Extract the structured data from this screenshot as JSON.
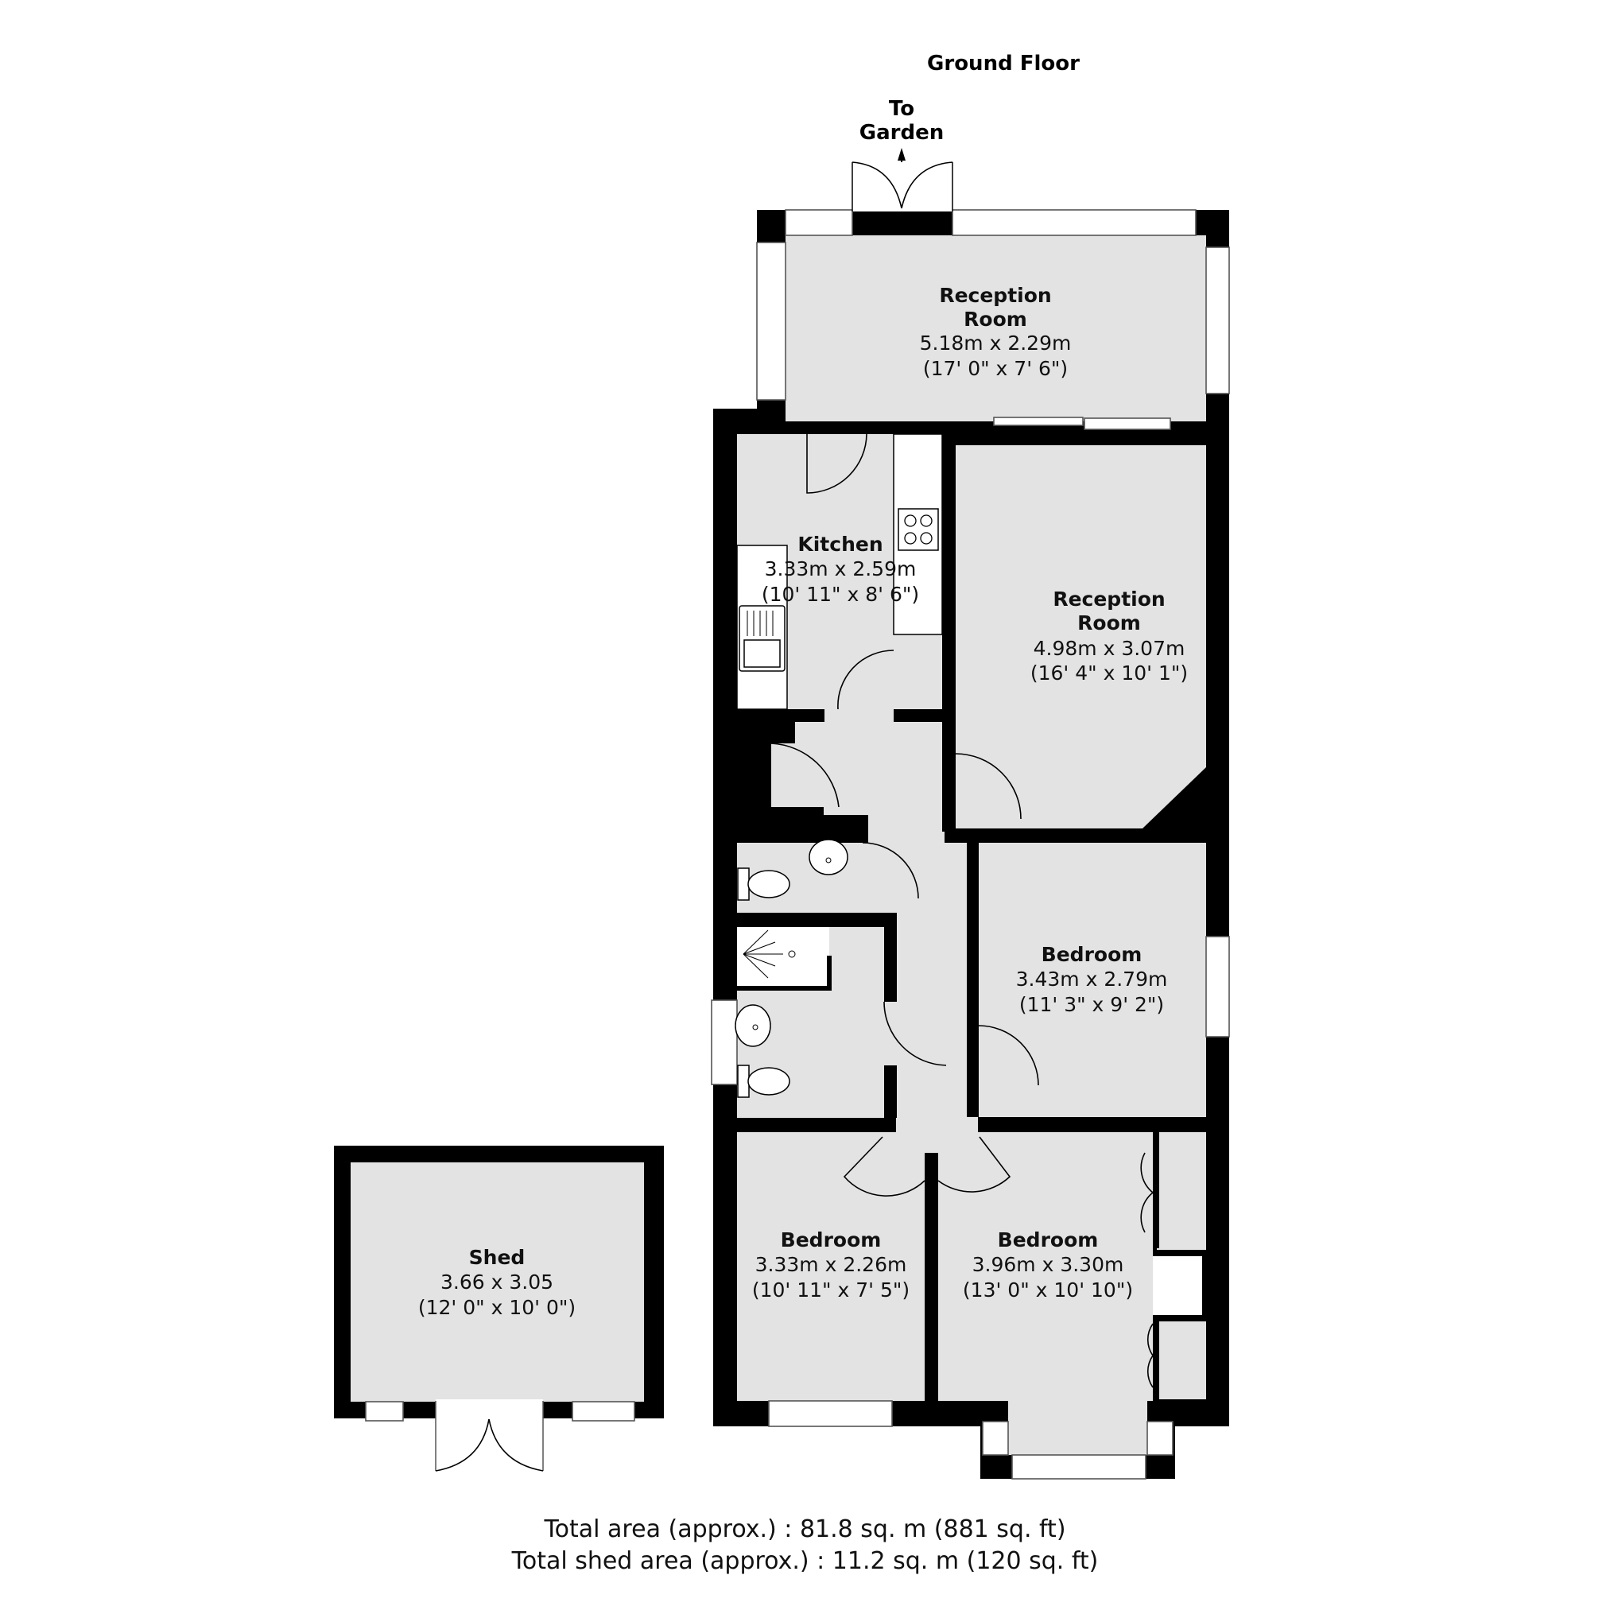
{
  "plan": {
    "floor_title": "Ground Floor",
    "garden_label_line1": "To",
    "garden_label_line2": "Garden"
  },
  "rooms": {
    "reception_top": {
      "name_line1": "Reception",
      "name_line2": "Room",
      "dim_metric": "5.18m x 2.29m",
      "dim_imperial": "(17' 0\" x 7' 6\")"
    },
    "kitchen": {
      "name": "Kitchen",
      "dim_metric": "3.33m x 2.59m",
      "dim_imperial": "(10' 11\" x 8' 6\")"
    },
    "reception_main": {
      "name_line1": "Reception",
      "name_line2": "Room",
      "dim_metric": "4.98m x 3.07m",
      "dim_imperial": "(16' 4\" x 10' 1\")"
    },
    "bedroom_right": {
      "name": "Bedroom",
      "dim_metric": "3.43m x 2.79m",
      "dim_imperial": "(11' 3\" x 9' 2\")"
    },
    "bedroom_bottom_left": {
      "name": "Bedroom",
      "dim_metric": "3.33m x 2.26m",
      "dim_imperial": "(10' 11\" x 7' 5\")"
    },
    "bedroom_bottom_right": {
      "name": "Bedroom",
      "dim_metric": "3.96m x 3.30m",
      "dim_imperial": "(13' 0\" x 10' 10\")"
    },
    "shed": {
      "name": "Shed",
      "dim_metric": "3.66 x 3.05",
      "dim_imperial": "(12' 0\" x 10' 0\")"
    }
  },
  "footer": {
    "total_area": "Total area (approx.) : 81.8 sq. m (881 sq. ft)",
    "shed_area": "Total shed area (approx.) : 11.2 sq. m (120 sq. ft)"
  },
  "colors": {
    "wall": "#000000",
    "floor": "#e3e3e3",
    "background": "#ffffff"
  }
}
